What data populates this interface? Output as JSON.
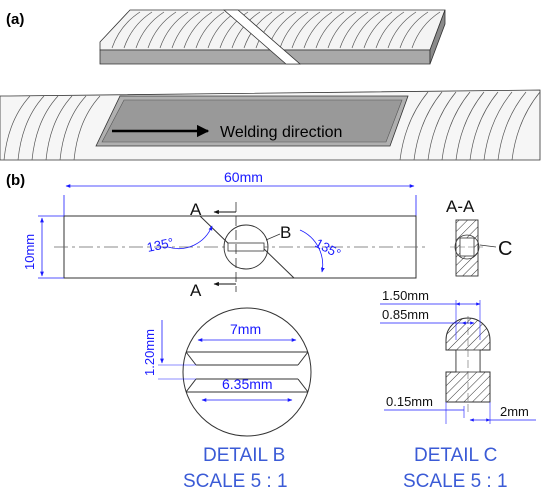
{
  "panel_a": {
    "label": "(a)",
    "arrow_text": "Welding direction"
  },
  "panel_b": {
    "label": "(b)",
    "dim_length": "60mm",
    "dim_height": "10mm",
    "angle_left": "135°",
    "angle_right": "135°",
    "section_top": "A",
    "section_bottom": "A",
    "detail_b_marker": "B",
    "section_view_label": "A-A",
    "detail_c_marker": "C"
  },
  "detail_b": {
    "dim_top": "7mm",
    "dim_bottom": "6.35mm",
    "dim_side": "1.20mm",
    "title": "DETAIL B",
    "scale": "SCALE 5 : 1"
  },
  "detail_c": {
    "dim_1": "1.50mm",
    "dim_2": "0.85mm",
    "dim_3": "0.15mm",
    "dim_4": "2mm",
    "title": "DETAIL C",
    "scale": "SCALE 5 : 1"
  },
  "colors": {
    "dimension_blue": "#1a1aff",
    "title_blue": "#3b5bd6",
    "line_dark": "#222222"
  }
}
